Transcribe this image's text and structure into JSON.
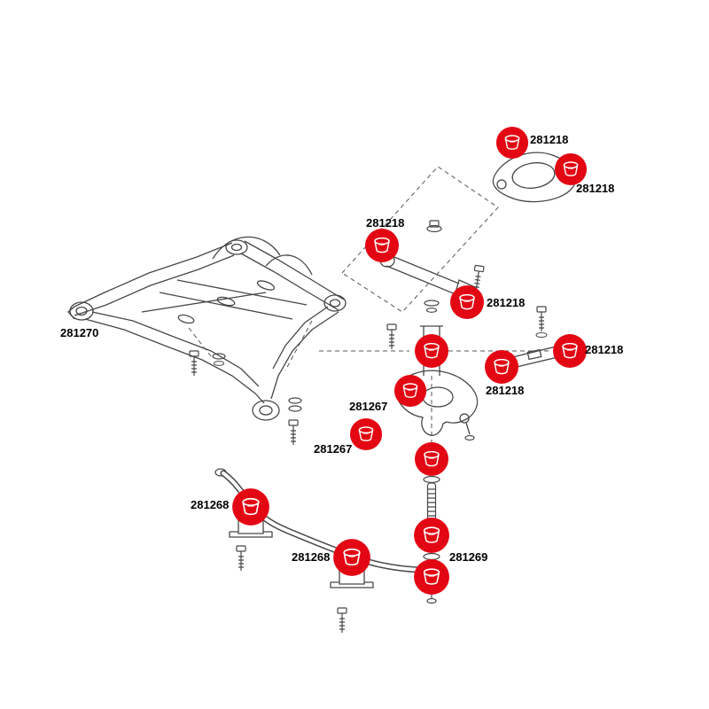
{
  "diagram": {
    "colors": {
      "highlight": "#e30613",
      "line": "#474747",
      "background": "#ffffff"
    },
    "labels": {
      "upper_arm_outer": {
        "text": "281218"
      },
      "upper_arm_inner": {
        "text": "281218"
      },
      "lateral_arm_front": {
        "text": "281218"
      },
      "lateral_arm_rear": {
        "text": "281218"
      },
      "camber_arm_outer": {
        "text": "281218"
      },
      "camber_arm_inner": {
        "text": "281218"
      },
      "subframe": {
        "text": "281270"
      },
      "control_arm_upper": {
        "text": "281267"
      },
      "control_arm_lower": {
        "text": "281267"
      },
      "swaybar_mount_left": {
        "text": "281268"
      },
      "swaybar_mount_right": {
        "text": "281268"
      },
      "endlink": {
        "text": "281269"
      }
    }
  }
}
